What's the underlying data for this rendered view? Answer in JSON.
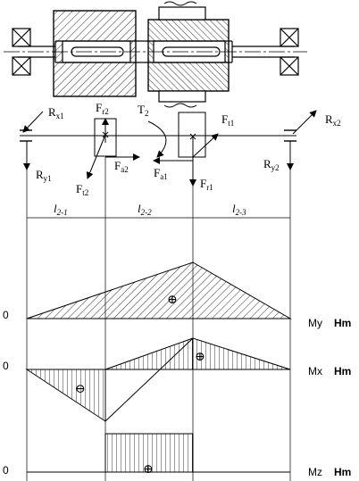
{
  "forces": {
    "rx1": "R",
    "rx1_sub": "x1",
    "ry1": "R",
    "ry1_sub": "y1",
    "rx2": "R",
    "rx2_sub": "x2",
    "ry2": "R",
    "ry2_sub": "y2",
    "fr2": "F",
    "fr2_sub": "r2",
    "ft2": "F",
    "ft2_sub": "t2",
    "fa2": "F",
    "fa2_sub": "a2",
    "fr1": "F",
    "fr1_sub": "r1",
    "ft1": "F",
    "ft1_sub": "t1",
    "fa1": "F",
    "fa1_sub": "a1",
    "torque": "T",
    "torque_sub": "2"
  },
  "spans": [
    {
      "main": "l",
      "sub": "2-1"
    },
    {
      "main": "l",
      "sub": "2-2"
    },
    {
      "main": "l",
      "sub": "2-3"
    }
  ],
  "diagrams": {
    "my": {
      "zero": "0",
      "label": "My",
      "unit": "Нm"
    },
    "mx": {
      "zero": "0",
      "label": "Mx",
      "unit": "Нm"
    },
    "mz": {
      "zero": "0",
      "label": "Mz",
      "unit": "Нm"
    }
  },
  "signs": {
    "plus": "⊕",
    "minus": "⊖"
  },
  "colors": {
    "ink": "#000000",
    "paper": "#ffffff"
  }
}
